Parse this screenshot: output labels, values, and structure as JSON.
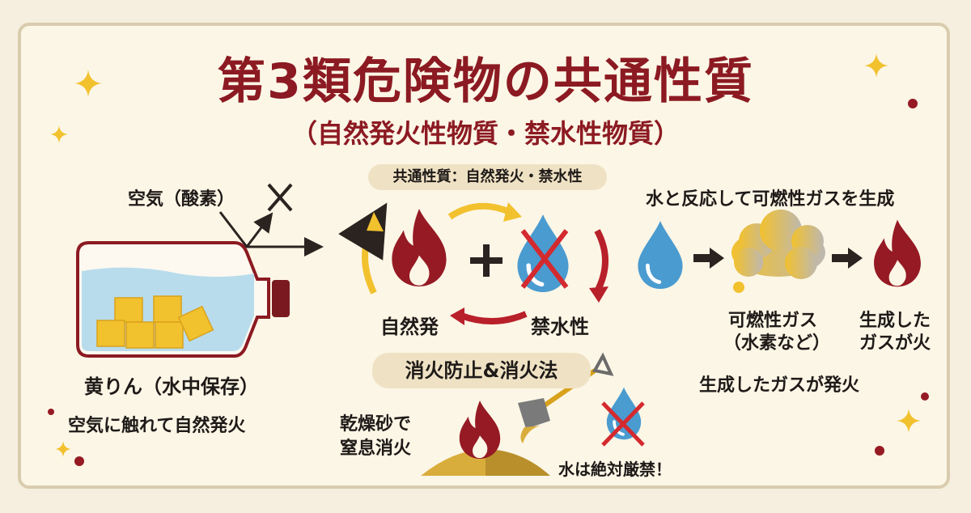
{
  "title": "第3類危険物の共通性質",
  "subtitle": "（自然発火性物質・禁水性物質）",
  "left": {
    "air_label": "空気（酸素）",
    "substance_label": "黄りん（水中保存）",
    "substance_desc": "空気に触れて自然発火"
  },
  "center": {
    "common_pill": "共通性質：自然発火・禁水性",
    "fire_label": "自然発",
    "water_label": "禁水性"
  },
  "right": {
    "heading": "水と反応して可燃性ガスを生成",
    "gas_label_1": "可燃性ガス",
    "gas_label_2": "（水素など）",
    "fire_label_1": "生成した",
    "fire_label_2": "ガスが火",
    "summary": "生成したガスが発火"
  },
  "bottom": {
    "pill": "消火防止&消火法",
    "sand_label_1": "乾燥砂で",
    "sand_label_2": "窒息消火",
    "water_ban": "水は絶対厳禁！"
  },
  "colors": {
    "accent_red": "#8c1a22",
    "water_blue": "#4a9bd0",
    "gold": "#f2c12e",
    "cross_red": "#d42a2f"
  }
}
